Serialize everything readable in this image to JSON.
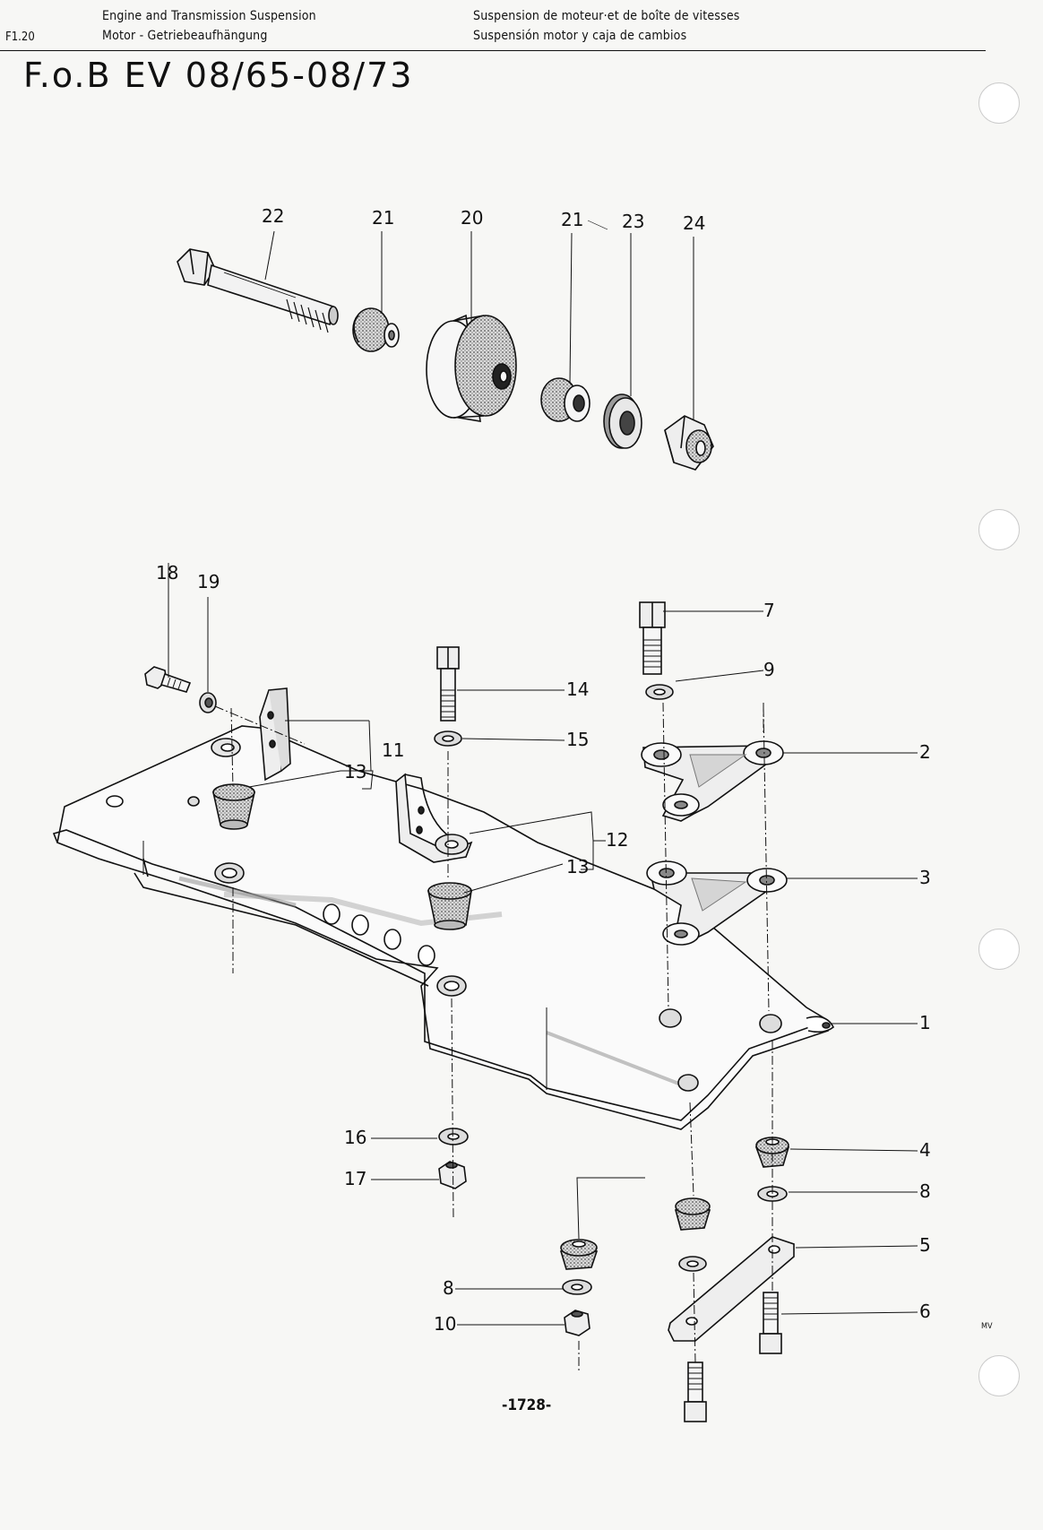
{
  "header": {
    "section_code": "F1.20",
    "title_en": "Engine and Transmission Suspension",
    "title_de": "Motor - Getriebeaufhängung",
    "title_fr": "Suspension de moteur·et de boîte de vitesses",
    "title_es": "Suspensión motor y caja de cambios"
  },
  "model_title": "F.o.B EV 08/65-08/73",
  "callouts": [
    {
      "id": "c22",
      "label": "22"
    },
    {
      "id": "c21a",
      "label": "21"
    },
    {
      "id": "c20",
      "label": "20"
    },
    {
      "id": "c21b",
      "label": "21"
    },
    {
      "id": "c23",
      "label": "23"
    },
    {
      "id": "c24",
      "label": "24"
    },
    {
      "id": "c18",
      "label": "18"
    },
    {
      "id": "c19",
      "label": "19"
    },
    {
      "id": "c7",
      "label": "7"
    },
    {
      "id": "c9",
      "label": "9"
    },
    {
      "id": "c14",
      "label": "14"
    },
    {
      "id": "c15",
      "label": "15"
    },
    {
      "id": "c2",
      "label": "2"
    },
    {
      "id": "c11",
      "label": "11"
    },
    {
      "id": "c13a",
      "label": "13"
    },
    {
      "id": "c12",
      "label": "12"
    },
    {
      "id": "c13b",
      "label": "13"
    },
    {
      "id": "c3",
      "label": "3"
    },
    {
      "id": "c1",
      "label": "1"
    },
    {
      "id": "c16",
      "label": "16"
    },
    {
      "id": "c17",
      "label": "17"
    },
    {
      "id": "c4",
      "label": "4"
    },
    {
      "id": "c8a",
      "label": "8"
    },
    {
      "id": "c5",
      "label": "5"
    },
    {
      "id": "c6",
      "label": "6"
    },
    {
      "id": "c8b",
      "label": "8"
    },
    {
      "id": "c10",
      "label": "10"
    }
  ],
  "page_number": "-1728-",
  "artist_mark": "MV",
  "colors": {
    "ink": "#111111",
    "paper": "#f7f7f5",
    "shade": "#cfcfcf"
  }
}
